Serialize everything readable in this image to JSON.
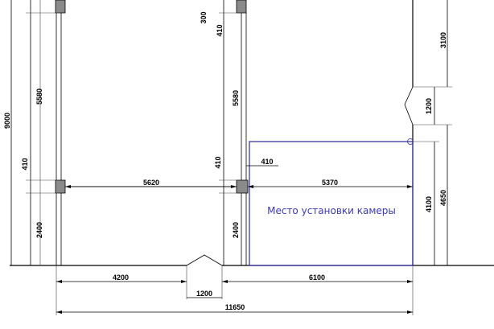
{
  "dimensions": {
    "d_300": "300",
    "d_410_top": "410",
    "d_3100": "3100",
    "d_5580_left": "5580",
    "d_5580_right": "5580",
    "d_9000": "9000",
    "d_1200_right": "1200",
    "d_410_left": "410",
    "d_410_mid": "410",
    "d_410_horiz": "410",
    "d_5620": "5620",
    "d_5370": "5370",
    "d_4650": "4650",
    "d_4100": "4100",
    "d_2400_left": "2400",
    "d_2400_mid": "2400",
    "d_4200": "4200",
    "d_6100": "6100",
    "d_1200_bottom": "1200",
    "d_11650": "11650"
  },
  "zone": {
    "label": "Место установки камеры",
    "stroke_color": "#2a2aa0",
    "text_color": "#3a3ab8"
  },
  "colors": {
    "column_fill": "#8a8a8a",
    "line": "#000000"
  }
}
